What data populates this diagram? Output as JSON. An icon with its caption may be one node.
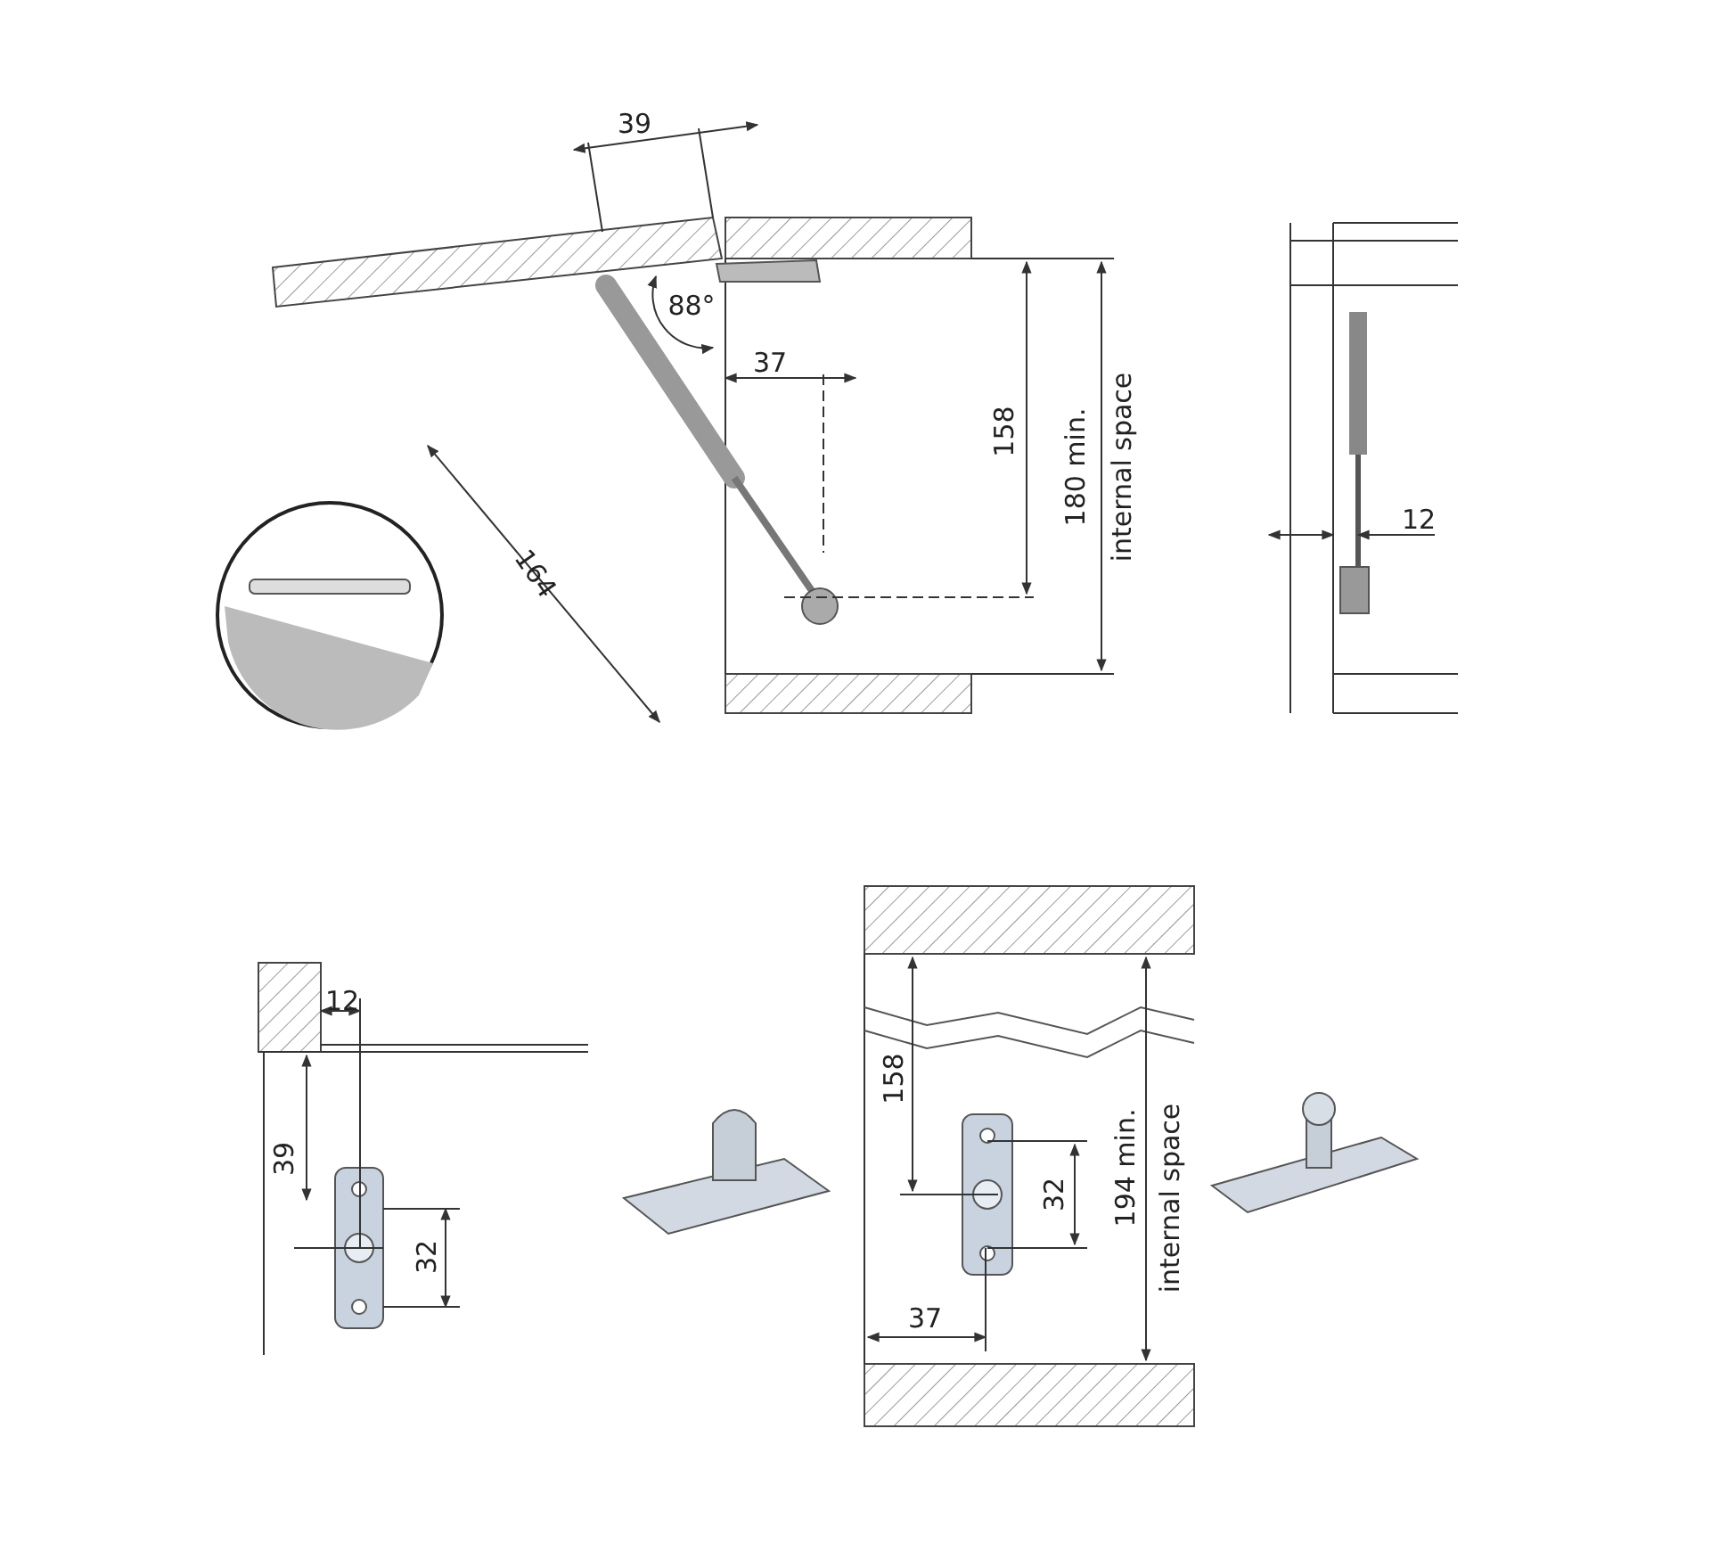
{
  "diagram": {
    "labels": [
      "39",
      "88°",
      "37",
      "164",
      "158",
      "180 min.",
      "internal space",
      "12",
      "12",
      "39",
      "32",
      "158",
      "32",
      "194 min.",
      "internal space",
      "37"
    ]
  }
}
